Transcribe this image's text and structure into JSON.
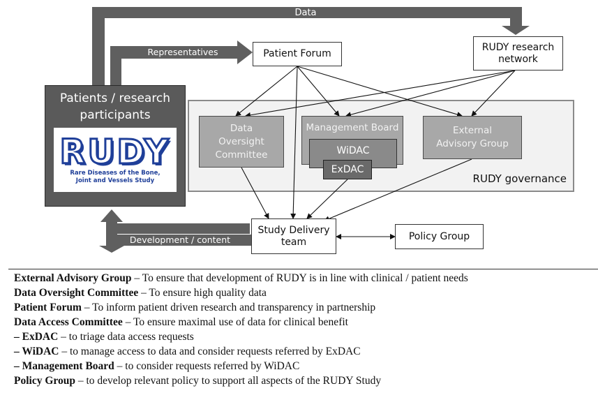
{
  "labels": {
    "data_flow": "Data",
    "representatives_flow": "Representatives",
    "development_flow": "Development / content"
  },
  "nodes": {
    "patients": "Patients / research participants",
    "patient_forum": "Patient Forum",
    "rudy_network": "RUDY research network",
    "data_oversight": "Data Oversight Committee",
    "management_board": "Management Board",
    "widac": "WiDAC",
    "exdac": "ExDAC",
    "external_advisory": "External Advisory Group",
    "governance": "RUDY governance",
    "study_delivery": "Study Delivery team",
    "policy_group": "Policy Group"
  },
  "logo": {
    "word": "RUDY",
    "tagline_line1": "Rare Diseases of the Bone,",
    "tagline_line2": "Joint and Vessels Study"
  },
  "legend": [
    {
      "term": "External Advisory Group",
      "desc": " – To ensure that development of RUDY is in line with clinical / patient needs"
    },
    {
      "term": "Data Oversight Committee",
      "desc": " – To ensure high quality data"
    },
    {
      "term": "Patient Forum",
      "desc": " – To inform patient driven research and transparency in partnership"
    },
    {
      "term": "Data Access Committee",
      "desc": " – To ensure maximal use of data for clinical benefit"
    },
    {
      "term": "– ExDAC",
      "desc": " – to triage data access requests"
    },
    {
      "term": "– WiDAC",
      "desc": " – to manage access to data and consider requests referred by ExDAC"
    },
    {
      "term": "– Management Board",
      "desc": " – to consider requests referred by WiDAC"
    },
    {
      "term": "Policy Group",
      "desc": " – to develop relevant policy to support all aspects of the RUDY Study"
    }
  ],
  "colors": {
    "arrow_band": "#5f5f5f",
    "patients_box": "#5a5a5a",
    "governance_bg": "#f2f2f2",
    "logo_blue": "#1f3f99"
  }
}
